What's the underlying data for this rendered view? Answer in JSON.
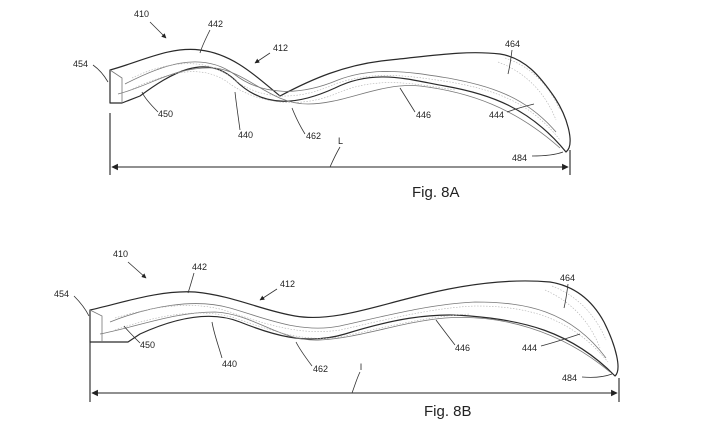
{
  "figures": [
    {
      "caption": "Fig. 8A",
      "dimension_label": "L",
      "labels": {
        "ref_410": "410",
        "ref_442": "442",
        "ref_412": "412",
        "ref_454": "454",
        "ref_450": "450",
        "ref_440": "440",
        "ref_462": "462",
        "ref_446": "446",
        "ref_464": "464",
        "ref_444": "444",
        "ref_484": "484"
      }
    },
    {
      "caption": "Fig. 8B",
      "dimension_label": "l",
      "labels": {
        "ref_410": "410",
        "ref_442": "442",
        "ref_412": "412",
        "ref_454": "454",
        "ref_450": "450",
        "ref_440": "440",
        "ref_462": "462",
        "ref_446": "446",
        "ref_464": "464",
        "ref_444": "444",
        "ref_484": "484"
      }
    }
  ]
}
